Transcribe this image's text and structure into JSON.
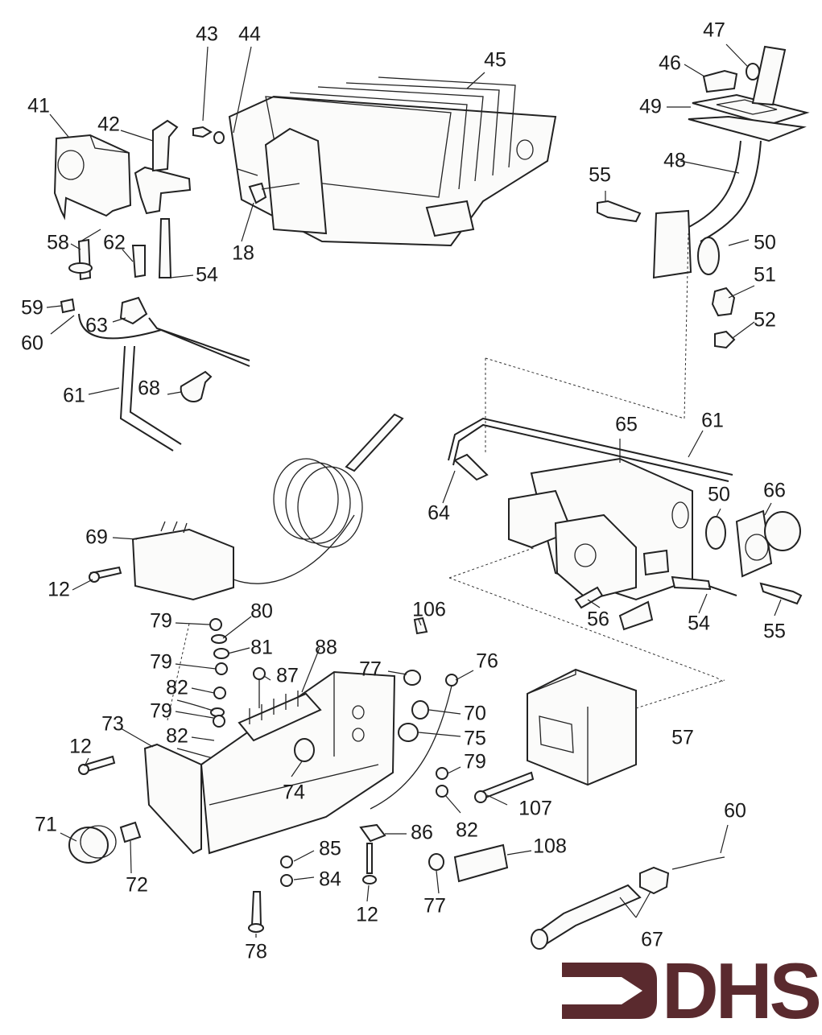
{
  "diagram": {
    "type": "exploded parts diagram",
    "subject": "gas heater burner, gas valve and control box assembly",
    "line_color": "#222222",
    "background": "#ffffff"
  },
  "callouts": [
    {
      "id": "c41",
      "text": "41"
    },
    {
      "id": "c42",
      "text": "42"
    },
    {
      "id": "c43",
      "text": "43"
    },
    {
      "id": "c44",
      "text": "44"
    },
    {
      "id": "c45",
      "text": "45"
    },
    {
      "id": "c46",
      "text": "46"
    },
    {
      "id": "c47",
      "text": "47"
    },
    {
      "id": "c48",
      "text": "48"
    },
    {
      "id": "c49",
      "text": "49"
    },
    {
      "id": "c50a",
      "text": "50"
    },
    {
      "id": "c51",
      "text": "51"
    },
    {
      "id": "c52",
      "text": "52"
    },
    {
      "id": "c55a",
      "text": "55"
    },
    {
      "id": "c18",
      "text": "18"
    },
    {
      "id": "c58",
      "text": "58"
    },
    {
      "id": "c62",
      "text": "62"
    },
    {
      "id": "c54a",
      "text": "54"
    },
    {
      "id": "c59",
      "text": "59"
    },
    {
      "id": "c60a",
      "text": "60"
    },
    {
      "id": "c63",
      "text": "63"
    },
    {
      "id": "c61a",
      "text": "61"
    },
    {
      "id": "c68",
      "text": "68"
    },
    {
      "id": "c61b",
      "text": "61"
    },
    {
      "id": "c65",
      "text": "65"
    },
    {
      "id": "c64",
      "text": "64"
    },
    {
      "id": "c50b",
      "text": "50"
    },
    {
      "id": "c66",
      "text": "66"
    },
    {
      "id": "c69",
      "text": "69"
    },
    {
      "id": "c12a",
      "text": "12"
    },
    {
      "id": "c56",
      "text": "56"
    },
    {
      "id": "c54b",
      "text": "54"
    },
    {
      "id": "c55b",
      "text": "55"
    },
    {
      "id": "c79a",
      "text": "79"
    },
    {
      "id": "c80",
      "text": "80"
    },
    {
      "id": "c106",
      "text": "106"
    },
    {
      "id": "c81",
      "text": "81"
    },
    {
      "id": "c79b",
      "text": "79"
    },
    {
      "id": "c77a",
      "text": "77"
    },
    {
      "id": "c76",
      "text": "76"
    },
    {
      "id": "c87",
      "text": "87"
    },
    {
      "id": "c88",
      "text": "88"
    },
    {
      "id": "c82a",
      "text": "82"
    },
    {
      "id": "c79c",
      "text": "79"
    },
    {
      "id": "c70",
      "text": "70"
    },
    {
      "id": "c73",
      "text": "73"
    },
    {
      "id": "c82b",
      "text": "82"
    },
    {
      "id": "c75",
      "text": "75"
    },
    {
      "id": "c57",
      "text": "57"
    },
    {
      "id": "c12b",
      "text": "12"
    },
    {
      "id": "c74",
      "text": "74"
    },
    {
      "id": "c79d",
      "text": "79"
    },
    {
      "id": "c82c",
      "text": "82"
    },
    {
      "id": "c107",
      "text": "107"
    },
    {
      "id": "c60b",
      "text": "60"
    },
    {
      "id": "c71",
      "text": "71"
    },
    {
      "id": "c86",
      "text": "86"
    },
    {
      "id": "c85",
      "text": "85"
    },
    {
      "id": "c108",
      "text": "108"
    },
    {
      "id": "c72",
      "text": "72"
    },
    {
      "id": "c84",
      "text": "84"
    },
    {
      "id": "c77b",
      "text": "77"
    },
    {
      "id": "c12c",
      "text": "12"
    },
    {
      "id": "c67",
      "text": "67"
    },
    {
      "id": "c78",
      "text": "78"
    }
  ],
  "logo": {
    "text": "DHS",
    "color": "#5a2a2e"
  }
}
